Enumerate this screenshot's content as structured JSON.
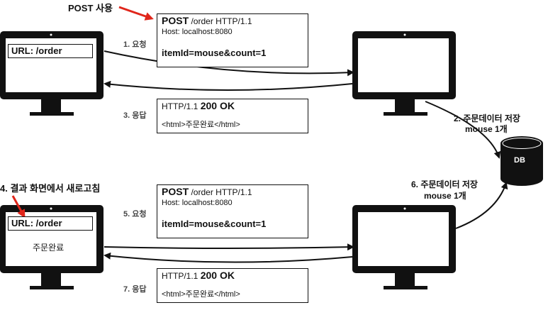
{
  "annotations": {
    "post_usage": "POST 사용",
    "refresh": "4. 결과 화면에서 새로고침"
  },
  "steps": {
    "s1": "1. 요청",
    "s3": "3. 응답",
    "s2_line1": "2. 주문데이터 저장",
    "s2_line2": "mouse 1개",
    "s5": "5. 요청",
    "s7": "7. 응답",
    "s6_line1": "6. 주문데이터 저장",
    "s6_line2": "mouse 1개"
  },
  "requests": [
    {
      "method": "POST",
      "path": "/order HTTP/1.1",
      "host": "Host: localhost:8080",
      "body": "itemId=mouse&count=1"
    },
    {
      "method": "POST",
      "path": "/order HTTP/1.1",
      "host": "Host: localhost:8080",
      "body": "itemId=mouse&count=1"
    }
  ],
  "responses": [
    {
      "version": "HTTP/1.1",
      "status": "200 OK",
      "html": "<html>주문완료</html>"
    },
    {
      "version": "HTTP/1.1",
      "status": "200 OK",
      "html": "<html>주문완료</html>"
    }
  ],
  "clients": [
    {
      "url": "URL: /order",
      "screen_text": ""
    },
    {
      "url": "URL: /order",
      "screen_text": "주문완료"
    }
  ],
  "db": {
    "label": "DB"
  },
  "colors": {
    "accent_red": "#e0261b",
    "monitor": "#111111"
  }
}
